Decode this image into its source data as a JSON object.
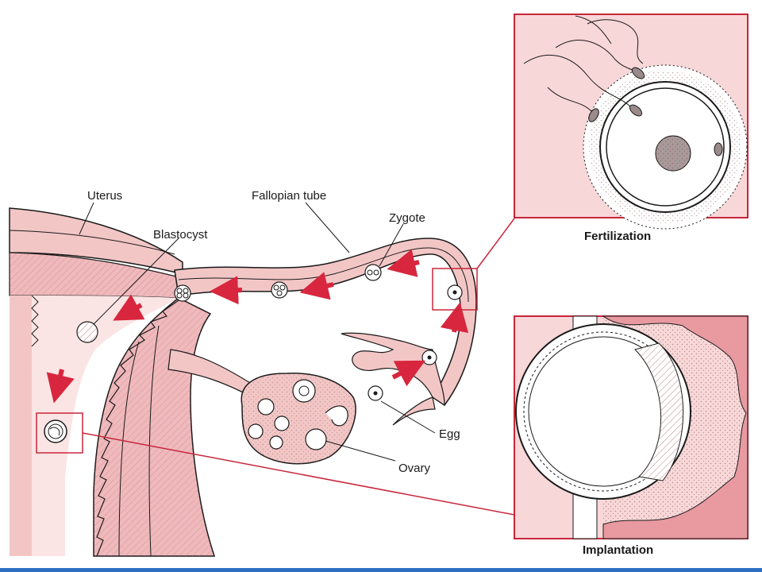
{
  "labels": {
    "uterus": "Uterus",
    "fallopian_tube": "Fallopian tube",
    "zygote": "Zygote",
    "blastocyst": "Blastocyst",
    "egg": "Egg",
    "ovary": "Ovary"
  },
  "insets": {
    "fertilization": "Fertilization",
    "implantation": "Implantation"
  },
  "colors": {
    "tissue": "#f3c6c6",
    "tissue_dark": "#e89aa0",
    "arrow": "#d7263d",
    "frame": "#c8263a",
    "footer_bar": "#2f6fc1"
  }
}
